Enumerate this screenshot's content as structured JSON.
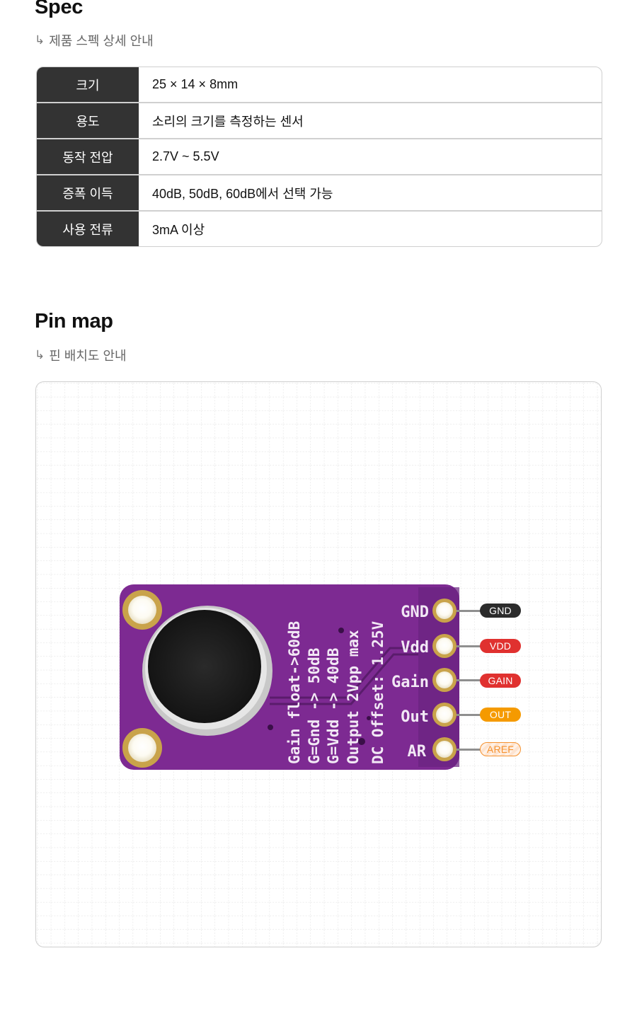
{
  "spec": {
    "title": "Spec",
    "subtitle": "제품 스펙 상세 안내",
    "subtitle_icon": "return-arrow-icon",
    "rows": [
      {
        "label": "크기",
        "value": "25 × 14 × 8mm"
      },
      {
        "label": "용도",
        "value": "소리의 크기를 측정하는 센서"
      },
      {
        "label": "동작 전압",
        "value": "2.7V ~ 5.5V"
      },
      {
        "label": "증폭 이득",
        "value": "40dB, 50dB, 60dB에서 선택 가능"
      },
      {
        "label": "사용 전류",
        "value": "3mA 이상"
      }
    ]
  },
  "pinmap": {
    "title": "Pin map",
    "subtitle": "핀 배치도 안내",
    "subtitle_icon": "return-arrow-icon",
    "board": {
      "silkscreen_pins": [
        "GND",
        "Vdd",
        "Gain",
        "Out",
        "AR"
      ],
      "silkscreen_notes": [
        "Gain float->60dB",
        "G=Gnd -> 50dB",
        "G=Vdd -> 40dB",
        "Output 2Vpp max",
        "DC Offset: 1.25V"
      ],
      "color": "#7a2a8f"
    },
    "pins": [
      {
        "label": "GND",
        "color": "#2b2b2b",
        "style": "solid"
      },
      {
        "label": "VDD",
        "color": "#e0312f",
        "style": "solid"
      },
      {
        "label": "GAIN",
        "color": "#e0312f",
        "style": "solid"
      },
      {
        "label": "OUT",
        "color": "#f59a00",
        "style": "solid"
      },
      {
        "label": "AREF",
        "color": "#f5922f",
        "style": "outline-striped"
      }
    ]
  }
}
